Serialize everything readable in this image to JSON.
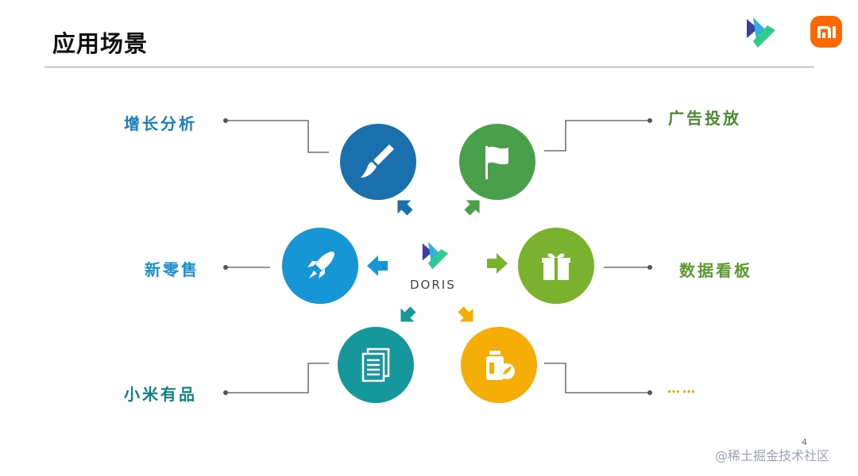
{
  "slide": {
    "title": "应用场景",
    "page_number": "4",
    "watermark": "@稀土掘金技术社区"
  },
  "center": {
    "label": "DORIS"
  },
  "scenarios": {
    "growth": {
      "label": "增长分析",
      "color": "#1a6fad",
      "icon": "paintbrush-icon"
    },
    "ads": {
      "label": "广告投放",
      "color": "#4aa04a",
      "icon": "flag-icon"
    },
    "retail": {
      "label": "新零售",
      "color": "#1796d6",
      "icon": "rocket-icon"
    },
    "dashboard": {
      "label": "数据看板",
      "color": "#7bb22d",
      "icon": "gift-box-icon"
    },
    "youpin": {
      "label": "小米有品",
      "color": "#16979b",
      "icon": "document-icon"
    },
    "more": {
      "label": "……",
      "color": "#f4ae05",
      "icon": "bottle-leaf-icon"
    }
  },
  "colors": {
    "label_blue": "#1a7fbd",
    "label_green": "#5a9a2e",
    "label_more": "#e9a800",
    "mi_orange": "#ff6900"
  }
}
